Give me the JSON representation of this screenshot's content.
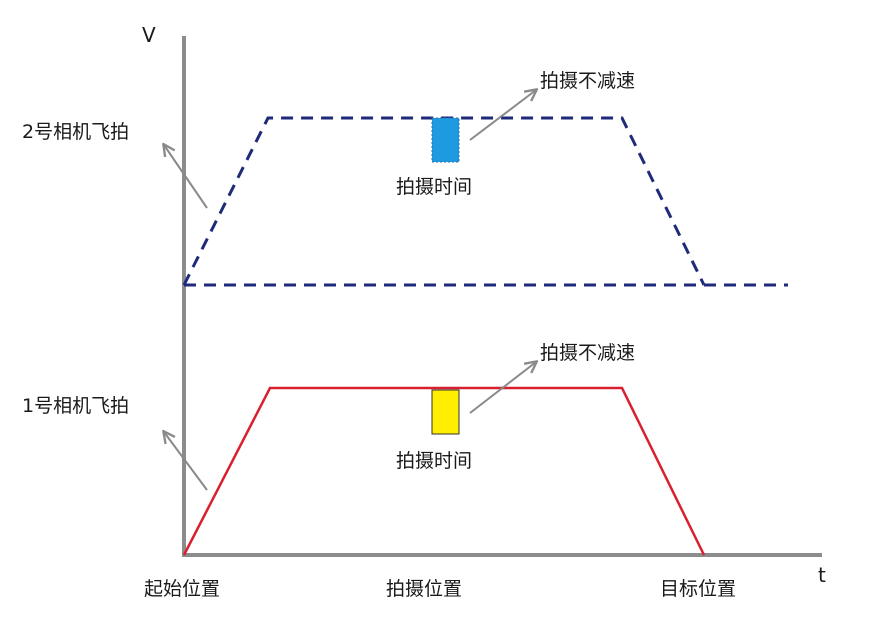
{
  "axes": {
    "y_label": "V",
    "x_label": "t",
    "x_ticks": [
      "起始位置",
      "拍摄位置",
      "目标位置"
    ]
  },
  "profiles": [
    {
      "label": "2号相机飞拍",
      "style": "dashed",
      "color": "#1f2a7a",
      "window_color": "#1e9be0",
      "shoot_time_label": "拍摄时间",
      "no_decel_label": "拍摄不减速"
    },
    {
      "label": "1号相机飞拍",
      "style": "solid",
      "color": "#d9202e",
      "window_color": "#ffee00",
      "shoot_time_label": "拍摄时间",
      "no_decel_label": "拍摄不减速"
    }
  ]
}
